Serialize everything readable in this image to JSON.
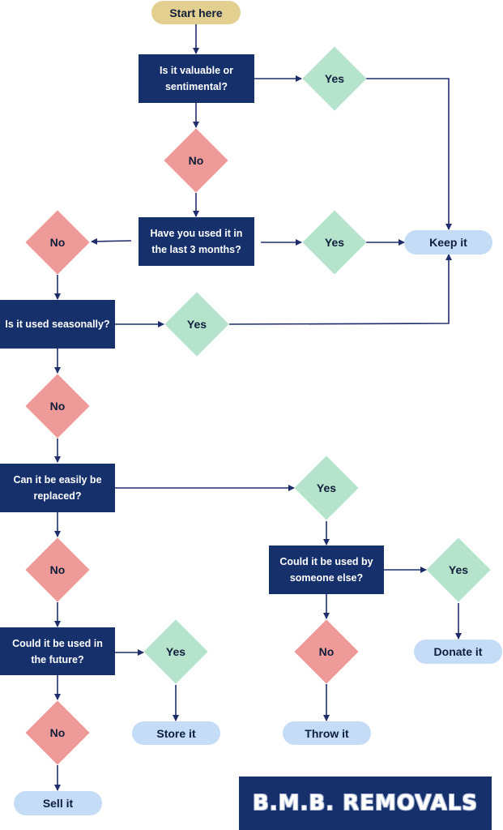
{
  "start": "Start here",
  "questions": {
    "q1": "Is it valuable or sentimental?",
    "q2": "Have you used it in the last 3 months?",
    "q3": "Is it used seasonally?",
    "q4": "Can it be easily be replaced?",
    "q5": "Could it be used by someone else?",
    "q6": "Could it be used in the future?"
  },
  "answers": {
    "yes": "Yes",
    "no": "No"
  },
  "outcomes": {
    "keep": "Keep it",
    "donate": "Donate it",
    "store": "Store it",
    "throw": "Throw it",
    "sell": "Sell it"
  },
  "brand": "B.M.B. REMOVALS",
  "colors": {
    "question_box": "#15306b",
    "yes_diamond": "#b5e3cc",
    "no_diamond": "#ee9a98",
    "start_pill": "#e3cf90",
    "outcome_pill": "#c5dcf7",
    "arrow": "#1f2e6b"
  }
}
